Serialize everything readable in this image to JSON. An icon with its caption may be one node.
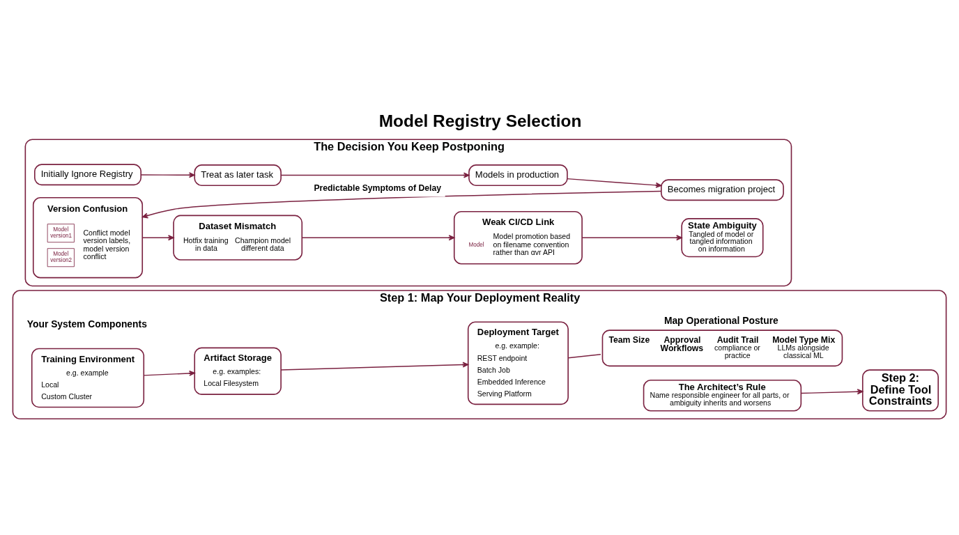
{
  "diagram": {
    "title": "Model Registry Selection",
    "nodes": [
      {
        "text": [
          "The Decision You Keep Postponing"
        ]
      },
      {
        "text": [
          "Initially Ignore Registry"
        ],
        "in": 0
      },
      {
        "text": [
          "Treat as later task"
        ],
        "in": 0
      },
      {
        "text": [
          "Models in production"
        ],
        "in": 0
      },
      {
        "text": [
          "Becomes migration project"
        ],
        "in": 0
      },
      {
        "text": [
          "Version Confusion",
          "Model version1",
          "Model version2",
          "Conflict model version labels, model version conflict"
        ],
        "in": 0
      },
      {
        "text": [
          "Dataset Mismatch",
          "Hotfix training in data",
          "Champion model different data"
        ],
        "in": 0
      },
      {
        "text": [
          "Weak CI/CD Link",
          "Model",
          "Model promotion based on filename convention rather than αvr API"
        ],
        "in": 0
      },
      {
        "text": [
          "State Ambiguity",
          "Tangled of model or tangled information on information"
        ],
        "in": 0
      },
      {
        "text": [
          "Step 1: Map Your Deployment Reality"
        ]
      },
      {
        "text": [
          "Training Environment",
          "e.g. example",
          "Local",
          "Custom Cluster"
        ],
        "in": 9
      },
      {
        "text": [
          "Artifact Storage",
          "e.g. examples:",
          "Local Filesystem"
        ],
        "in": 9
      },
      {
        "text": [
          "Deployment Target",
          "e.g. example:",
          "REST endpoint",
          "Batch Job",
          "Embedded Inference",
          "Serving Platform"
        ],
        "in": 9
      },
      {
        "text": [
          "Map Operational Posture",
          "Team Size",
          "Approval Workflows",
          "Audit Trail",
          "compliance or practice",
          "Model Type Mix",
          "LLMs alongside classical ML"
        ],
        "in": 9
      },
      {
        "text": [
          "The Architect’s Rule",
          "Name responsible engineer for all parts, or ambiguity inherits and worsens"
        ],
        "in": 9
      },
      {
        "text": [
          "Step 2: Define Tool Constraints"
        ],
        "in": 9
      }
    ],
    "edges": [
      {
        "from": 1,
        "to": 2,
        "arrow": "to"
      },
      {
        "from": 2,
        "to": 3,
        "arrow": "to"
      },
      {
        "from": 3,
        "to": 4,
        "arrow": "to"
      },
      {
        "from": 4,
        "to": 5,
        "arrow": "to",
        "label": "Predictable Symptoms of Delay"
      },
      {
        "from": 5,
        "to": 6,
        "arrow": "to"
      },
      {
        "from": 6,
        "to": 7,
        "arrow": "to"
      },
      {
        "from": 7,
        "to": 8,
        "arrow": "to"
      },
      {
        "from": 10,
        "to": 11,
        "arrow": "to"
      },
      {
        "from": 11,
        "to": 12,
        "arrow": "to"
      },
      {
        "from": 12,
        "to": 13,
        "arrow": "none"
      },
      {
        "from": 14,
        "to": 15,
        "arrow": "to"
      }
    ],
    "labels": [
      "Your System Components"
    ]
  }
}
